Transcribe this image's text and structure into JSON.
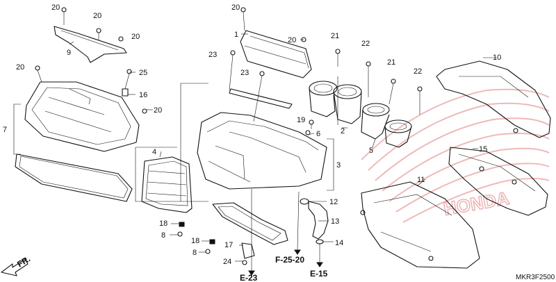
{
  "callouts": {
    "c20a": "20",
    "c20b": "20",
    "c20c": "20",
    "c20d": "20",
    "c20e": "20",
    "c20f": "20",
    "c20g": "20",
    "c9": "9",
    "c1": "1",
    "c21a": "21",
    "c21b": "21",
    "c22a": "22",
    "c22b": "22",
    "c10": "10",
    "c23a": "23",
    "c23b": "23",
    "c25": "25",
    "c16": "16",
    "c7": "7",
    "c19": "19",
    "c6": "6",
    "c2": "2",
    "c5": "5",
    "c15": "15",
    "c4": "4",
    "c3": "3",
    "c11": "11",
    "c12": "12",
    "c13": "13",
    "c14": "14",
    "c18a": "18",
    "c18b": "18",
    "c8a": "8",
    "c8b": "8",
    "c17": "17",
    "c24": "24"
  },
  "refs": {
    "f2520": "F-25-20",
    "e15": "E-15",
    "e23": "E-23"
  },
  "front_arrow": "FR.",
  "diagram_code": "MKR3F2500",
  "watermark_brand": "HONDA",
  "colors": {
    "line": "#111111",
    "watermark": "#e08080",
    "background": "#ffffff"
  }
}
